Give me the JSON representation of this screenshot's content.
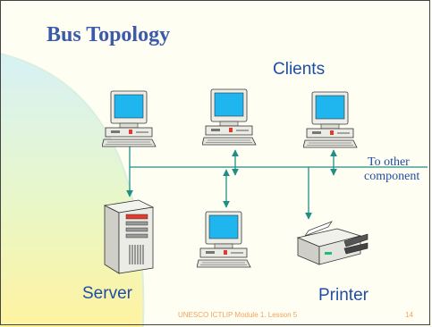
{
  "slide": {
    "title": "Bus Topology",
    "clients_label": "Clients",
    "server_label": "Server",
    "printer_label": "Printer",
    "other_label_line1": "To other",
    "other_label_line2": "component",
    "footer_text": "UNESCO ICTLIP Module 1. Lesson 5",
    "page_number": "14"
  },
  "colors": {
    "bus_line": "#1f8f86",
    "title": "#3b5aa8",
    "label": "#1f4da8",
    "footer": "#f2a35a",
    "screen": "#1fb6f0"
  },
  "icons": [
    "computer-icon",
    "server-icon",
    "printer-icon",
    "arrow-icon"
  ]
}
